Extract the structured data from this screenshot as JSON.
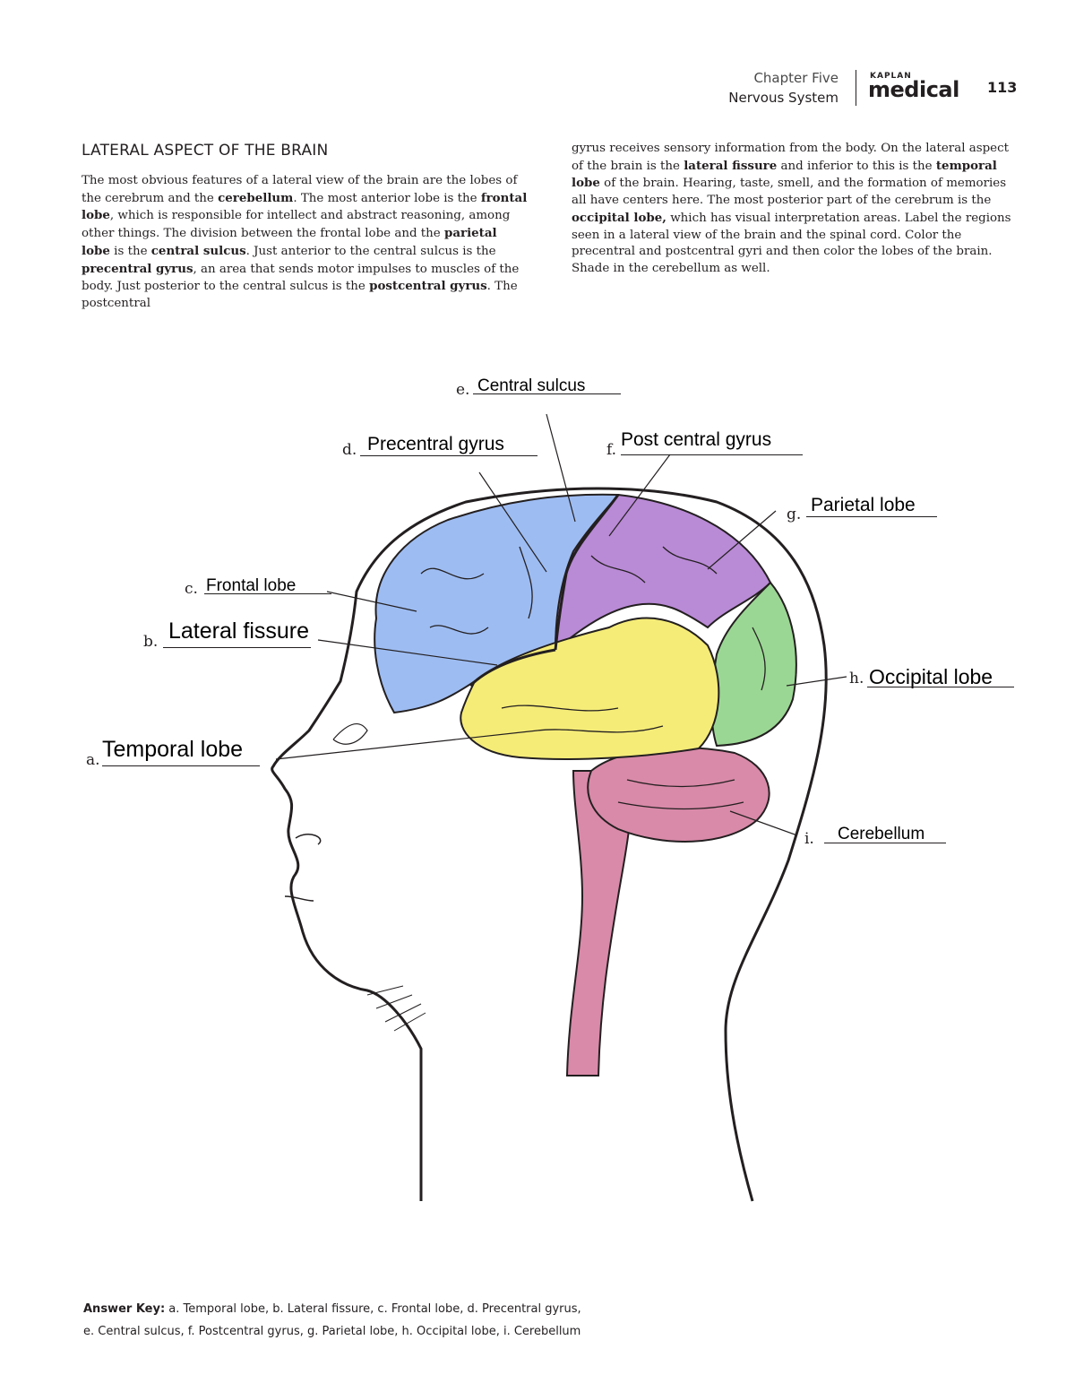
{
  "header": {
    "chapter": "Chapter Five",
    "section": "Nervous System",
    "brand_top": "KAPLAN",
    "brand": "medical",
    "page_number": "113"
  },
  "section_title": "LATERAL ASPECT OF THE BRAIN",
  "body": {
    "left": [
      "The most obvious features of a lateral view of the brain are the lobes of the cerebrum and the ",
      "cerebellum",
      ". The most anterior lobe is the ",
      "frontal lobe",
      ", which is responsible for intellect and abstract reasoning, among other things. The division between the frontal lobe and the ",
      "parietal lobe",
      " is the ",
      "central sulcus",
      ". Just anterior to the central sulcus is the ",
      "precentral gyrus",
      ", an area that sends motor impulses to muscles of the body. Just posterior to the central sulcus is the ",
      "postcentral gyrus",
      ". The postcentral"
    ],
    "right": [
      "gyrus receives sensory information from the body. On the lateral aspect of the brain is the ",
      "lateral fissure",
      " and inferior to this is the ",
      "temporal lobe",
      " of the brain. Hearing, taste, smell, and the formation of memories all have centers here. The most posterior part of the cerebrum is the ",
      "occipital lobe,",
      " which has visual interpretation areas. Label the regions seen in a lateral view of the brain and the spinal cord. Color the precentral and postcentral gyri and then color the lobes of the brain. Shade in the cerebellum as well."
    ]
  },
  "labels": {
    "a": {
      "letter": "a.",
      "text": "Temporal lobe"
    },
    "b": {
      "letter": "b.",
      "text": "Lateral fissure"
    },
    "c": {
      "letter": "c.",
      "text": "Frontal lobe"
    },
    "d": {
      "letter": "d.",
      "text": "Precentral gyrus"
    },
    "e": {
      "letter": "e.",
      "text": "Central sulcus"
    },
    "f": {
      "letter": "f.",
      "text": "Post central gyrus"
    },
    "g": {
      "letter": "g.",
      "text": "Parietal lobe"
    },
    "h": {
      "letter": "h.",
      "text": "Occipital lobe"
    },
    "i": {
      "letter": "i.",
      "text": "Cerebellum"
    }
  },
  "colors": {
    "frontal": "#9dbcf2",
    "parietal": "#b98ad6",
    "occipital": "#9bd794",
    "temporal": "#f5ec78",
    "cerebellum": "#d98aa8",
    "brainstem": "#d98aa8"
  },
  "answer_key": {
    "label": "Answer Key:",
    "line1": " a. Temporal lobe, b. Lateral fissure, c. Frontal lobe, d. Precentral gyrus,",
    "line2": "e. Central sulcus, f. Postcentral gyrus, g. Parietal lobe, h. Occipital lobe, i. Cerebellum"
  }
}
